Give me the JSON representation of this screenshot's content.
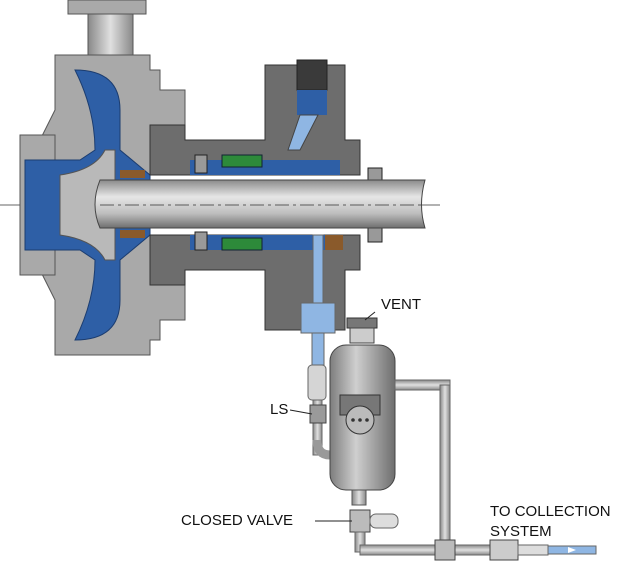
{
  "labels": {
    "vent": "VENT",
    "ls": "LS",
    "closed_valve": "CLOSED VALVE",
    "collection_line1": "TO COLLECTION",
    "collection_line2": "SYSTEM"
  },
  "colors": {
    "casing": "#a9a9a9",
    "housing": "#6d6d6d",
    "fluid": "#2e5fa6",
    "light_fluid": "#8fb6e3",
    "shaft": "#c8c8c8",
    "green_seal": "#2d8a3a",
    "bronze": "#8a5a2b",
    "pipe": "#b5b5b5"
  }
}
